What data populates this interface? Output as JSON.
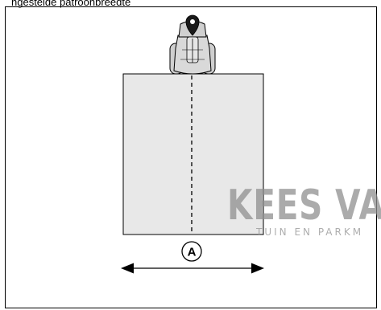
{
  "caption": "ngestelde patroonbreedte",
  "diagram": {
    "marker_label": "A"
  },
  "watermark": {
    "main_text": "KEES VAN",
    "sub_text": "TUIN EN PARKM"
  },
  "colors": {
    "lane_fill": "#e8e8e8",
    "mower_fill": "#d9d9d9",
    "outline": "#000000"
  }
}
